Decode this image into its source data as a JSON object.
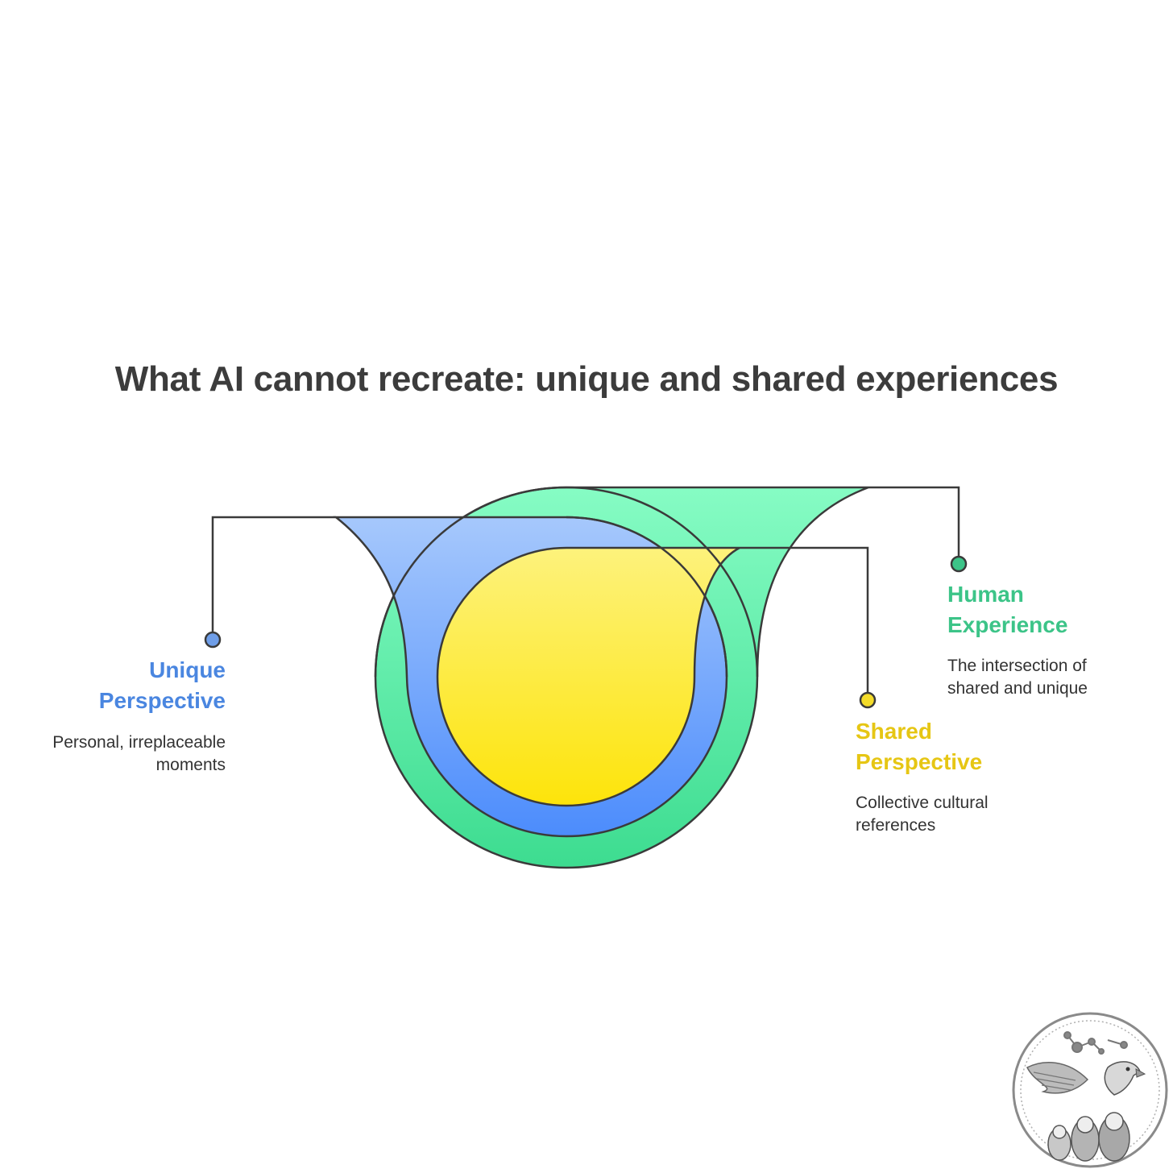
{
  "title": "What AI cannot recreate: unique and shared experiences",
  "colors": {
    "human": "#3cc488",
    "unique": "#4a86e0",
    "shared": "#e6c614",
    "outline": "#3a3a3a",
    "title": "#3c3c3c"
  },
  "callouts": {
    "human": {
      "title_line1": "Human",
      "title_line2": "Experience",
      "desc_line1": "The intersection of",
      "desc_line2": "shared and unique"
    },
    "unique": {
      "title_line1": "Unique",
      "title_line2": "Perspective",
      "desc_line1": "Personal, irreplaceable",
      "desc_line2": "moments"
    },
    "shared": {
      "title_line1": "Shared",
      "title_line2": "Perspective",
      "desc_line1": "Collective cultural",
      "desc_line2": "references"
    }
  },
  "watermark": {
    "icon": "eagle-seal-icon"
  }
}
